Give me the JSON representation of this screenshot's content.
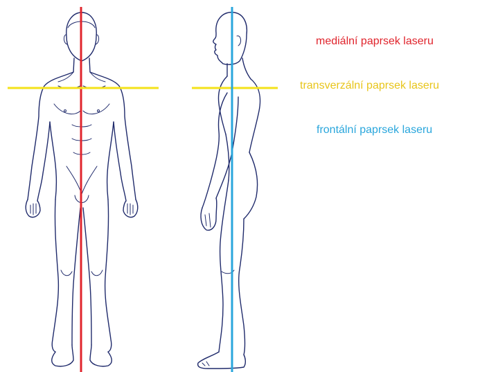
{
  "legend": {
    "medial": "mediální paprsek laseru",
    "transversal": "transverzální paprsek laseru",
    "frontal": "frontální paprsek laseru"
  },
  "colors": {
    "medial": "#e0242c",
    "transversal": "#f4e21a",
    "frontal": "#29a6dc",
    "outline": "#1f2a6b",
    "background": "#ffffff"
  },
  "figures": {
    "front": "human-figure-front-view",
    "side": "human-figure-side-view"
  }
}
